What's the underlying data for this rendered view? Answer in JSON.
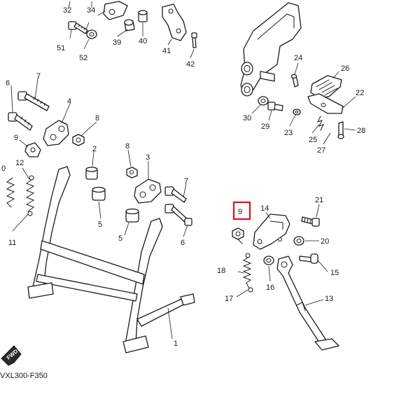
{
  "diagram": {
    "caption": "VXL300-F350",
    "fwd_label": "FWD",
    "highlight_color": "#d9141a",
    "ink_color": "#1a1a1a",
    "callouts": {
      "c32": "32",
      "c34": "34",
      "c39": "39",
      "c40": "40",
      "c41": "41",
      "c42": "42",
      "c51": "51",
      "c52": "52",
      "c24": "24",
      "c26": "26",
      "c22": "22",
      "c30": "30",
      "c29": "29",
      "c23": "23",
      "c25": "25",
      "c27": "27",
      "c28": "28",
      "c7a": "7",
      "c6a": "6",
      "c4": "4",
      "c8a": "8",
      "c9a": "9",
      "c2": "2",
      "c8b": "8",
      "c3": "3",
      "c12": "12",
      "c10": "0",
      "c11": "11",
      "c7b": "7",
      "c5a": "5",
      "c5b": "5",
      "c6b": "6",
      "c1": "1",
      "c19": "9",
      "c14": "14",
      "c21": "21",
      "c20": "20",
      "c18": "18",
      "c15": "15",
      "c16": "16",
      "c17": "17",
      "c13": "13"
    }
  }
}
